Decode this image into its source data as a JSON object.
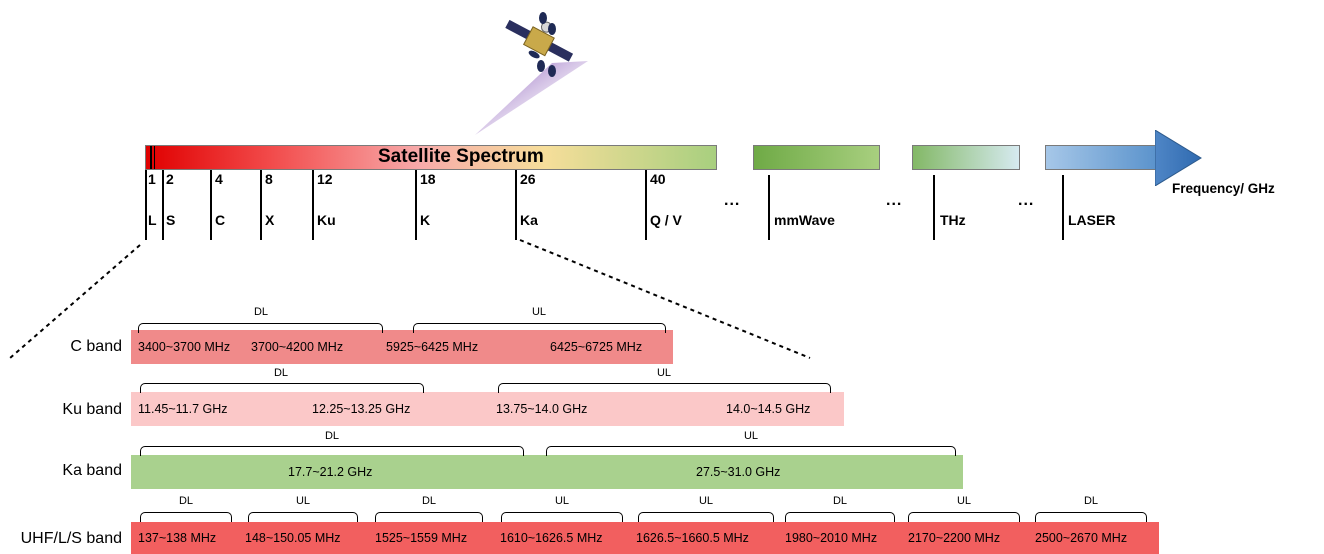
{
  "top_bar": {
    "title": "Satellite Spectrum",
    "ticks": [
      {
        "num": "1",
        "band": "L"
      },
      {
        "num": "2",
        "band": "S"
      },
      {
        "num": "4",
        "band": "C"
      },
      {
        "num": "8",
        "band": "X"
      },
      {
        "num": "12",
        "band": "Ku"
      },
      {
        "num": "18",
        "band": "K"
      },
      {
        "num": "26",
        "band": "Ka"
      },
      {
        "num": "40",
        "band": "Q / V"
      }
    ],
    "extra_bands": [
      "mmWave",
      "THz",
      "LASER"
    ],
    "ellipsis": "...",
    "axis_label": "Frequency/ GHz"
  },
  "rows": {
    "c_band": {
      "label": "C band",
      "segments": [
        "3400~3700 MHz",
        "3700~4200 MHz",
        "5925~6425 MHz",
        "6425~6725 MHz"
      ],
      "braces": [
        "DL",
        "UL"
      ],
      "color": "#f08a8a"
    },
    "ku_band": {
      "label": "Ku band",
      "segments": [
        "11.45~11.7 GHz",
        "12.25~13.25 GHz",
        "13.75~14.0 GHz",
        "14.0~14.5 GHz"
      ],
      "braces": [
        "DL",
        "UL"
      ],
      "color": "#fbc8c8"
    },
    "ka_band": {
      "label": "Ka band",
      "segments": [
        "17.7~21.2 GHz",
        "27.5~31.0 GHz"
      ],
      "braces": [
        "DL",
        "UL"
      ],
      "color": "#a9d18e"
    },
    "uhf_band": {
      "label": "UHF/L/S band",
      "segments": [
        "137~138 MHz",
        "148~150.05 MHz",
        "1525~1559 MHz",
        "1610~1626.5 MHz",
        "1626.5~1660.5 MHz",
        "1980~2010 MHz",
        "2170~2200 MHz",
        "2500~2670 MHz"
      ],
      "braces": [
        "DL",
        "UL",
        "DL",
        "UL",
        "UL",
        "DL",
        "UL",
        "DL"
      ],
      "color": "#f25f5f"
    }
  }
}
